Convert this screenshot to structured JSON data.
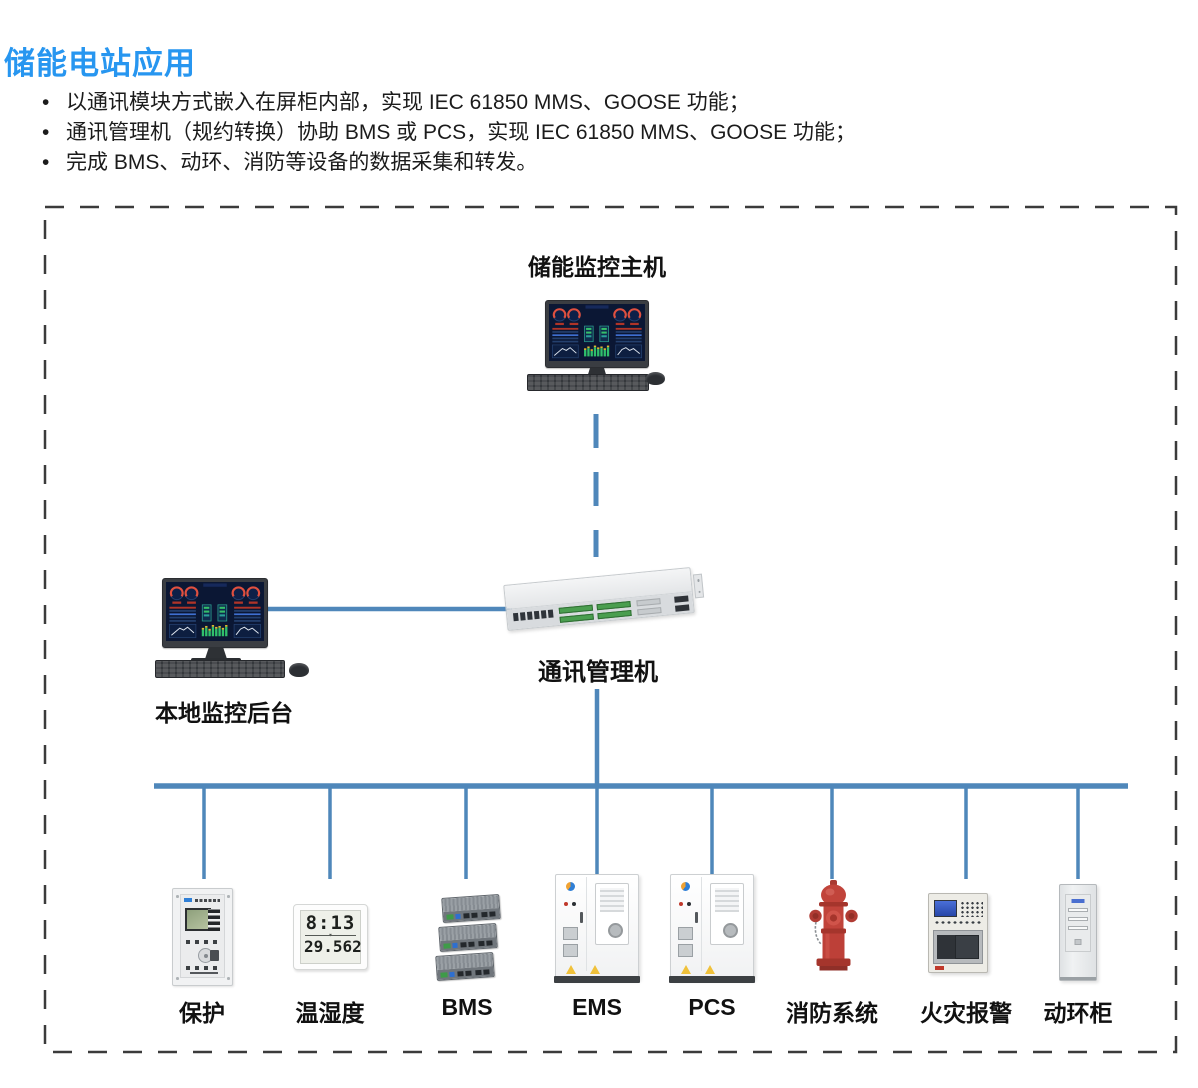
{
  "page": {
    "title": "储能电站应用",
    "bullets": [
      "以通讯模块方式嵌入在屏柜内部，实现 IEC 61850 MMS、GOOSE 功能；",
      "通讯管理机（规约转换）协助 BMS 或 PCS，实现 IEC 61850 MMS、GOOSE 功能；",
      "完成 BMS、动环、消防等设备的数据采集和转发。"
    ]
  },
  "diagram": {
    "top_host_label": "储能监控主机",
    "gateway_label": "通讯管理机",
    "local_backend_label": "本地监控后台",
    "devices": [
      {
        "id": "protection",
        "label": "保护"
      },
      {
        "id": "temp-humidity",
        "label": "温湿度",
        "time": "8:13",
        "temperature": "29.5",
        "humidity": "62"
      },
      {
        "id": "bms",
        "label": "BMS"
      },
      {
        "id": "ems",
        "label": "EMS"
      },
      {
        "id": "pcs",
        "label": "PCS"
      },
      {
        "id": "fire-system",
        "label": "消防系统"
      },
      {
        "id": "fire-alarm",
        "label": "火灾报警"
      },
      {
        "id": "env-cabinet",
        "label": "动环柜"
      }
    ],
    "colors": {
      "title_blue": "#2796F0",
      "connector_blue": "#4f87ba",
      "border_dash": "#3b3b3b"
    }
  }
}
